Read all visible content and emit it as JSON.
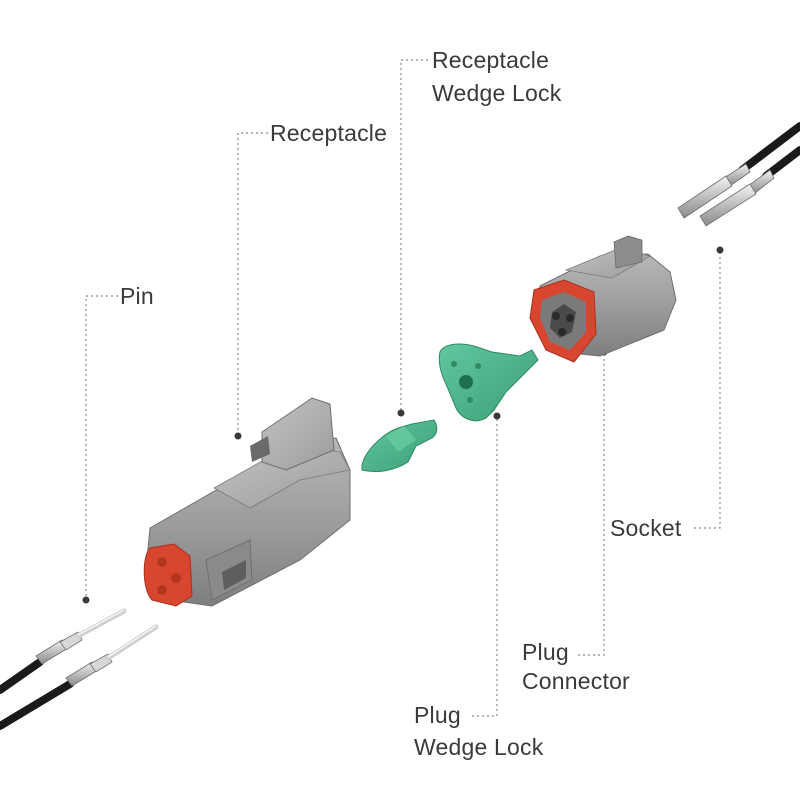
{
  "labels": {
    "pin": "Pin",
    "receptacle": "Receptacle",
    "receptacle_wedge_lock": [
      "Receptacle",
      "Wedge Lock"
    ],
    "socket": "Socket",
    "plug_connector": [
      "Plug",
      "Connector"
    ],
    "plug_wedge_lock": [
      "Plug",
      "Wedge Lock"
    ]
  },
  "colors": {
    "housing_gray": "#9c9c9c",
    "seal_red": "#d9462f",
    "wedge_green": "#4db88e",
    "cable_black": "#1a1a1a",
    "leader_line": "#8a8a8a",
    "text": "#3a3a3a"
  }
}
